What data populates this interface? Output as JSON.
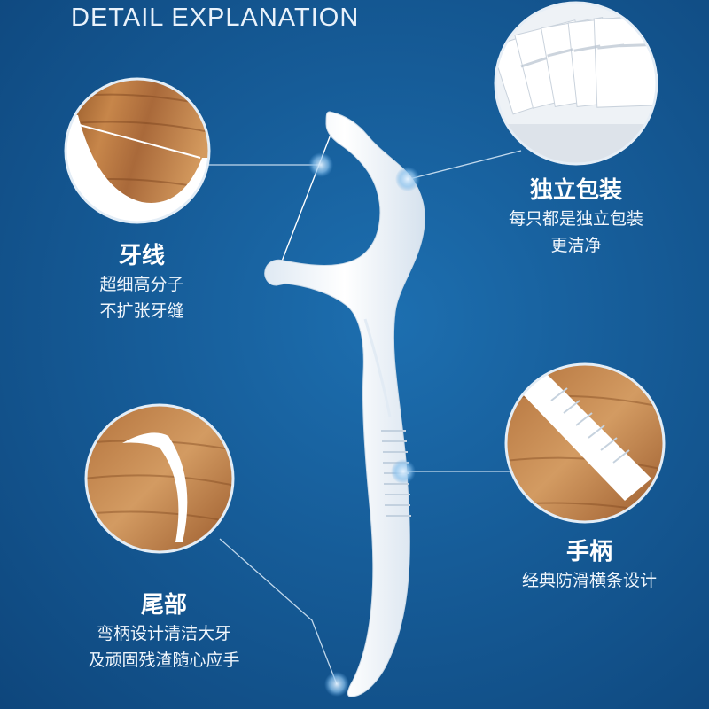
{
  "header": {
    "title": "DETAIL EXPLANATION"
  },
  "callouts": [
    {
      "title": "牙线",
      "lines": [
        "超细高分子",
        "不扩张牙缝"
      ]
    },
    {
      "title": "独立包装",
      "lines": [
        "每只都是独立包装",
        "更洁净"
      ]
    },
    {
      "title": "手柄",
      "lines": [
        "经典防滑横条设计"
      ]
    },
    {
      "title": "尾部",
      "lines": [
        "弯柄设计清洁大牙",
        "及顽固残渣随心应手"
      ]
    }
  ],
  "colors": {
    "background": "#165c98",
    "dot": "#7fb8e6",
    "wood": "#b9773f"
  },
  "icons": [
    "floss-pick-illustration",
    "floss-closeup-photo",
    "packaging-closeup-photo",
    "handle-closeup-photo",
    "tail-closeup-photo"
  ]
}
